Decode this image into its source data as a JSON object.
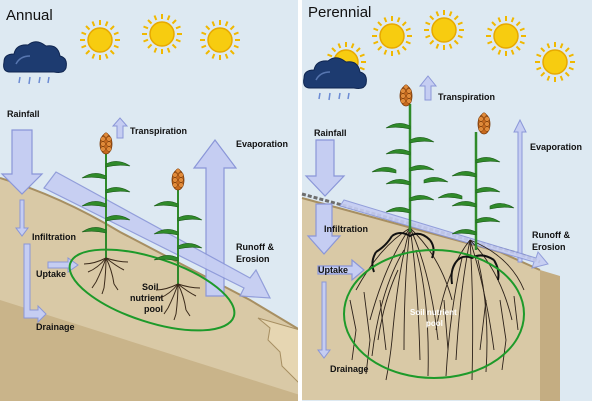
{
  "annual": {
    "title": "Annual",
    "rainfall": "Rainfall",
    "transpiration": "Transpiration",
    "evaporation": "Evaporation",
    "infiltration": "Infiltration",
    "runoff_line1": "Runoff &",
    "runoff_line2": "Erosion",
    "uptake": "Uptake",
    "pool_line1": "Soil",
    "pool_line2": "nutrient",
    "pool_line3": "pool",
    "drainage": "Drainage"
  },
  "perennial": {
    "title": "Perennial",
    "rainfall": "Rainfall",
    "transpiration": "Transpiration",
    "evaporation": "Evaporation",
    "infiltration": "Infiltration",
    "runoff_line1": "Runoff &",
    "runoff_line2": "Erosion",
    "uptake": "Uptake",
    "pool_line1": "Soil nutrient",
    "pool_line2": "pool",
    "drainage": "Drainage"
  },
  "colors": {
    "sky": "#dde9f2",
    "soil": "#d9c9a6",
    "soil_dark": "#c4ad82",
    "arrow_fill": "#c5cdf2",
    "arrow_stroke": "#8a96d8",
    "pool_ellipse": "#1d9a2a",
    "cloud": "#1d3b70",
    "sun": "#f5c400",
    "plant": "#2f8a2a",
    "grain": "#c96a1e"
  }
}
